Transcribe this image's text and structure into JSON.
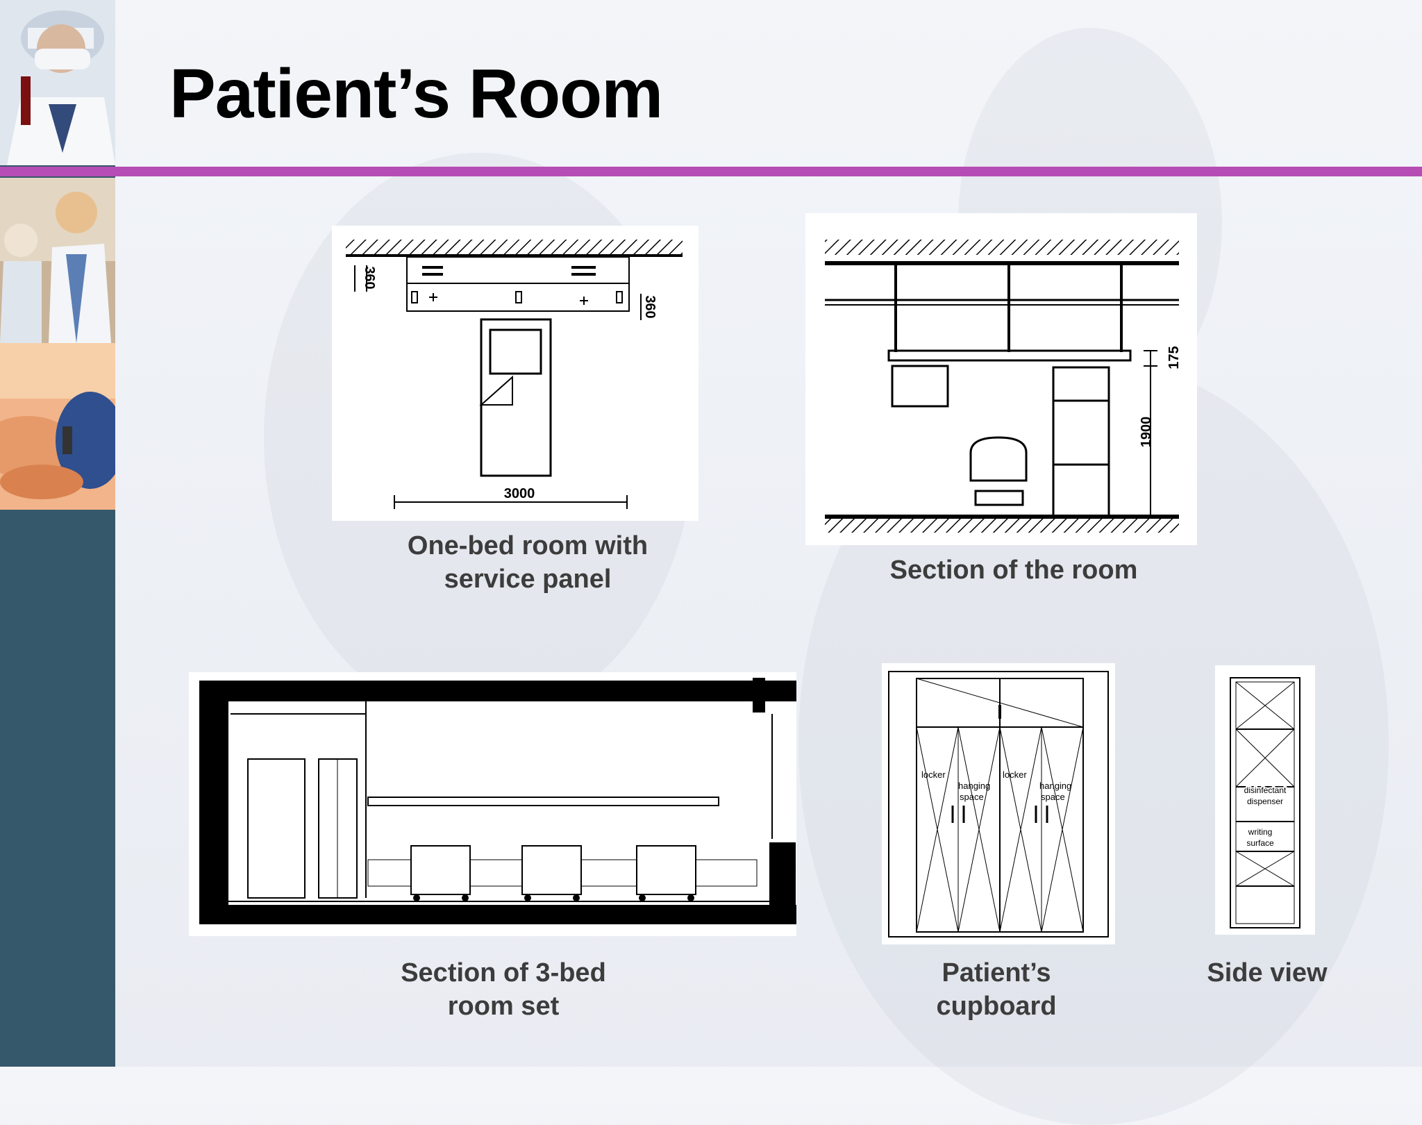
{
  "slide": {
    "title": "Patient’s Room",
    "accent_color": "#b64db4",
    "sidebar_color": "#35586a"
  },
  "figures": {
    "one_bed": {
      "caption": "One-bed room with\nservice panel",
      "dim_left": "360",
      "dim_right": "360",
      "dim_width": "3000"
    },
    "section_room": {
      "caption": "Section of the room",
      "dim_small": "175",
      "dim_height": "1900"
    },
    "three_bed": {
      "caption": "Section of 3-bed\nroom set"
    },
    "cupboard": {
      "caption": "Patient’s\ncupboard",
      "label_locker": "locker",
      "label_hanging": "hanging",
      "label_space": "space"
    },
    "side_view": {
      "caption": "Side view",
      "label_disinfectant": "disinfectant",
      "label_dispenser": "dispenser",
      "label_writing": "writing",
      "label_surface": "surface"
    }
  }
}
